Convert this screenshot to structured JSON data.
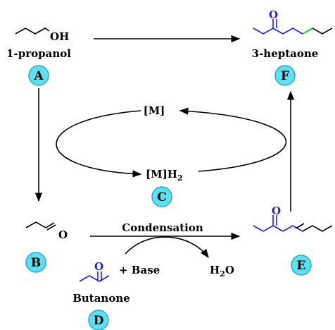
{
  "colors": {
    "ketone": "#1a1aff",
    "new_bond": "#22cc22",
    "badge_fill": "#5fe0f0",
    "badge_stroke": "#2aa8c8"
  },
  "compounds": {
    "A": {
      "name": "1-propanol",
      "badge": "A",
      "group": "OH"
    },
    "B": {
      "badge": "B",
      "atom": "O"
    },
    "C": {
      "badge": "C",
      "metal": "[M]",
      "metal_h2_base": "[M]H",
      "metal_h2_sub": "2"
    },
    "D": {
      "name": "Butanone",
      "badge": "D",
      "atom": "O"
    },
    "E": {
      "badge": "E",
      "atom": "O"
    },
    "F": {
      "name": "3-heptaone",
      "badge": "F",
      "atom": "O"
    }
  },
  "reaction": {
    "condensation_label": "Condensation",
    "base_label": "+ Base",
    "water_base": "H",
    "water_sub": "2",
    "water_tail": "O"
  }
}
